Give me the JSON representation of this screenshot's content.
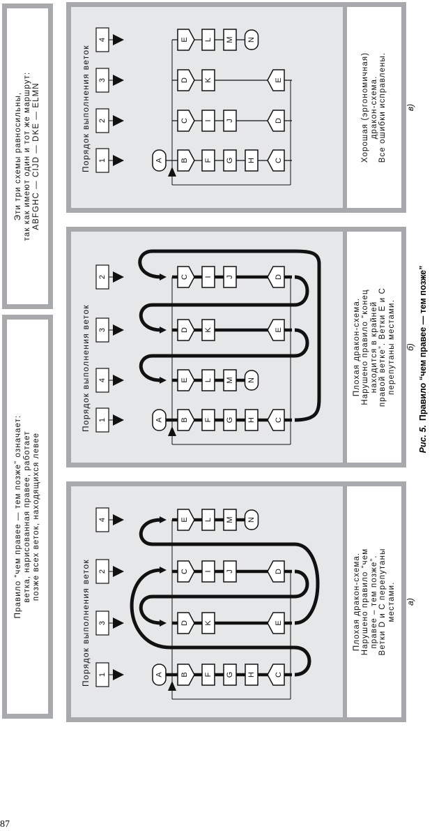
{
  "header": {
    "rule_text": [
      "Правило “чем правее — тем позже” означает:",
      "ветка, нарисованная правее, работает",
      "позже всех веток, находящихся левее"
    ],
    "equiv_text": [
      "Эти три схемы равносильны,",
      "так как имеют один и тот же маршрут:",
      "ABFGHC — CIJD — DKE — ELMN"
    ]
  },
  "panels": [
    {
      "label": "а)",
      "order_title": "Порядок выполнения веток",
      "start_node": "A",
      "order_numbers": [
        "1",
        "3",
        "2",
        "4"
      ],
      "branches": [
        {
          "nodes": [
            "B",
            "F",
            "G",
            "H",
            "C"
          ],
          "ends": false
        },
        {
          "nodes": [
            "D",
            "K",
            "E"
          ],
          "ends": false
        },
        {
          "nodes": [
            "C",
            "I",
            "J",
            "D"
          ],
          "ends": false
        },
        {
          "nodes": [
            "E",
            "L",
            "M",
            "N"
          ],
          "ends": true
        }
      ],
      "description": [
        "Плохая дракон-схема.",
        "Нарушено правило “чем",
        "правее – тем позже”.",
        "Ветки D и C перепутаны",
        "местами."
      ]
    },
    {
      "label": "б)",
      "order_title": "Порядок выполнения веток",
      "start_node": "A",
      "order_numbers": [
        "1",
        "4",
        "3",
        "2"
      ],
      "branches": [
        {
          "nodes": [
            "B",
            "F",
            "G",
            "H",
            "C"
          ],
          "ends": false
        },
        {
          "nodes": [
            "E",
            "L",
            "M",
            "N"
          ],
          "ends": true
        },
        {
          "nodes": [
            "D",
            "K",
            "E"
          ],
          "ends": false
        },
        {
          "nodes": [
            "C",
            "I",
            "J",
            "D"
          ],
          "ends": false
        }
      ],
      "description": [
        "Плохая дракон-схема.",
        "Нарушено правило “конец",
        "находится в крайней",
        "правой ветке”. Ветки E и C",
        "перепутаны местами."
      ]
    },
    {
      "label": "в)",
      "order_title": "Порядок выполнения веток",
      "start_node": "A",
      "order_numbers": [
        "1",
        "2",
        "3",
        "4"
      ],
      "branches": [
        {
          "nodes": [
            "B",
            "F",
            "G",
            "H",
            "C"
          ],
          "ends": false
        },
        {
          "nodes": [
            "C",
            "I",
            "J",
            "D"
          ],
          "ends": false
        },
        {
          "nodes": [
            "D",
            "K",
            "E"
          ],
          "ends": false
        },
        {
          "nodes": [
            "E",
            "L",
            "M",
            "N"
          ],
          "ends": true
        }
      ],
      "description": [
        "Хорошая (эргономичная)",
        "дракон-схема.",
        "Все ошибки исправлены."
      ]
    }
  ],
  "caption": {
    "prefix": "Рис. 5.",
    "text": "Правило “чем правее — тем позже”"
  },
  "page_number": "87"
}
